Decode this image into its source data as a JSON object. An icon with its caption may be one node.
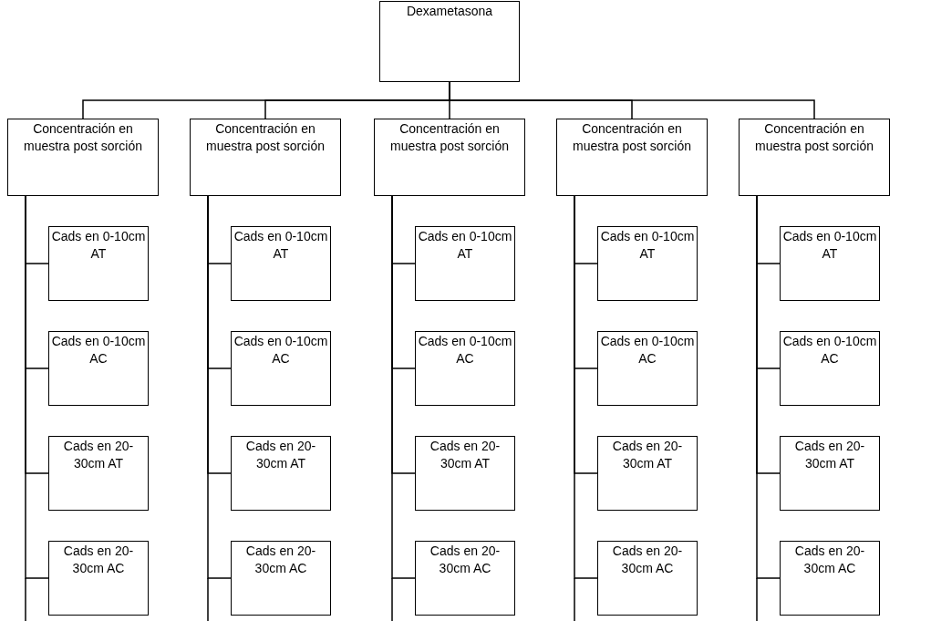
{
  "diagram": {
    "nodes": [
      {
        "text": [
          "Dexametasona"
        ]
      },
      {
        "text": [
          "Concentración en muestra post sorción"
        ]
      },
      {
        "text": [
          "Concentración en muestra post sorción"
        ]
      },
      {
        "text": [
          "Concentración en muestra post sorción"
        ]
      },
      {
        "text": [
          "Concentración en muestra post sorción"
        ]
      },
      {
        "text": [
          "Concentración en muestra post sorción"
        ]
      },
      {
        "text": [
          "Cads en 0-10cm AT"
        ]
      },
      {
        "text": [
          "Cads en 0-10cm AT"
        ]
      },
      {
        "text": [
          "Cads en 0-10cm AT"
        ]
      },
      {
        "text": [
          "Cads en 0-10cm AT"
        ]
      },
      {
        "text": [
          "Cads en 0-10cm AT"
        ]
      },
      {
        "text": [
          "Cads en 0-10cm AC"
        ]
      },
      {
        "text": [
          "Cads en 0-10cm AC"
        ]
      },
      {
        "text": [
          "Cads en 0-10cm AC"
        ]
      },
      {
        "text": [
          "Cads en 0-10cm AC"
        ]
      },
      {
        "text": [
          "Cads en 0-10cm AC"
        ]
      },
      {
        "text": [
          "Cads en 20-30cm AT"
        ]
      },
      {
        "text": [
          "Cads en 20-30cm AT"
        ]
      },
      {
        "text": [
          "Cads en 20-30cm AT"
        ]
      },
      {
        "text": [
          "Cads en 20-30cm AT"
        ]
      },
      {
        "text": [
          "Cads en 20-30cm AT"
        ]
      },
      {
        "text": [
          "Cads en 20-30cm AC"
        ]
      },
      {
        "text": [
          "Cads en 20-30cm AC"
        ]
      },
      {
        "text": [
          "Cads en 20-30cm AC"
        ]
      },
      {
        "text": [
          "Cads en 20-30cm AC"
        ]
      },
      {
        "text": [
          "Cads en 20-30cm AC"
        ]
      }
    ],
    "edges": [
      {
        "from": 0,
        "to": 1,
        "arrow": "none"
      },
      {
        "from": 0,
        "to": 2,
        "arrow": "none"
      },
      {
        "from": 0,
        "to": 3,
        "arrow": "none"
      },
      {
        "from": 0,
        "to": 4,
        "arrow": "none"
      },
      {
        "from": 0,
        "to": 5,
        "arrow": "none"
      },
      {
        "from": 1,
        "to": 6,
        "arrow": "none"
      },
      {
        "from": 1,
        "to": 11,
        "arrow": "none"
      },
      {
        "from": 1,
        "to": 16,
        "arrow": "none"
      },
      {
        "from": 1,
        "to": 21,
        "arrow": "none"
      },
      {
        "from": 2,
        "to": 7,
        "arrow": "none"
      },
      {
        "from": 2,
        "to": 12,
        "arrow": "none"
      },
      {
        "from": 2,
        "to": 17,
        "arrow": "none"
      },
      {
        "from": 2,
        "to": 22,
        "arrow": "none"
      },
      {
        "from": 3,
        "to": 8,
        "arrow": "none"
      },
      {
        "from": 3,
        "to": 13,
        "arrow": "none"
      },
      {
        "from": 3,
        "to": 18,
        "arrow": "none"
      },
      {
        "from": 3,
        "to": 23,
        "arrow": "none"
      },
      {
        "from": 4,
        "to": 9,
        "arrow": "none"
      },
      {
        "from": 4,
        "to": 14,
        "arrow": "none"
      },
      {
        "from": 4,
        "to": 19,
        "arrow": "none"
      },
      {
        "from": 4,
        "to": 24,
        "arrow": "none"
      },
      {
        "from": 5,
        "to": 10,
        "arrow": "none"
      },
      {
        "from": 5,
        "to": 15,
        "arrow": "none"
      },
      {
        "from": 5,
        "to": 20,
        "arrow": "none"
      },
      {
        "from": 5,
        "to": 25,
        "arrow": "none"
      }
    ]
  }
}
